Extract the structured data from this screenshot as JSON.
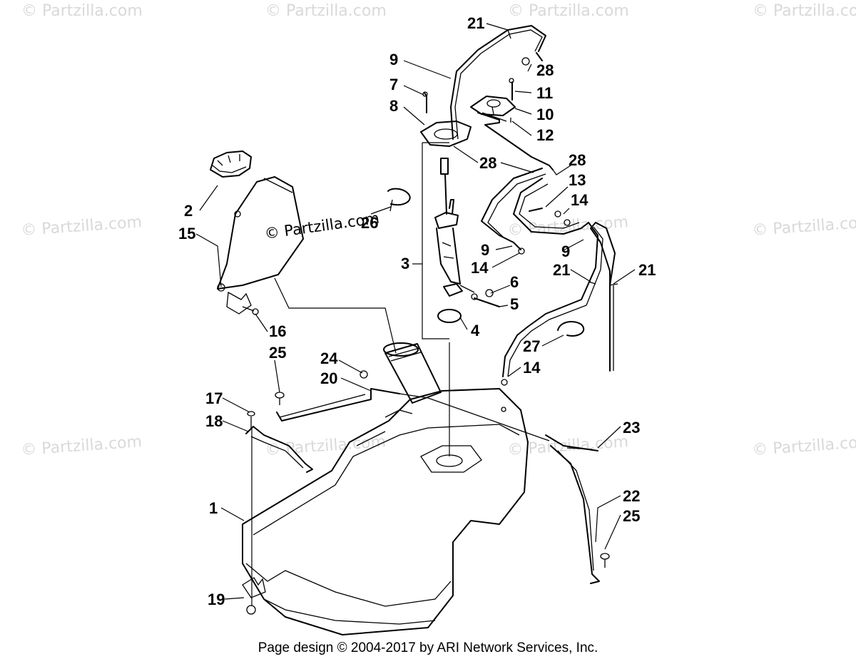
{
  "watermark": "© Partzilla.com",
  "inline_watermark": "© Partzilla.com",
  "footer": "Page design © 2004-2017 by ARI Network Services, Inc.",
  "callouts": [
    "1",
    "2",
    "3",
    "4",
    "5",
    "6",
    "7",
    "8",
    "9",
    "9",
    "9",
    "10",
    "11",
    "12",
    "13",
    "14",
    "14",
    "14",
    "15",
    "16",
    "17",
    "18",
    "19",
    "20",
    "21",
    "21",
    "21",
    "22",
    "23",
    "24",
    "25",
    "25",
    "26",
    "27",
    "28",
    "28",
    "28"
  ]
}
